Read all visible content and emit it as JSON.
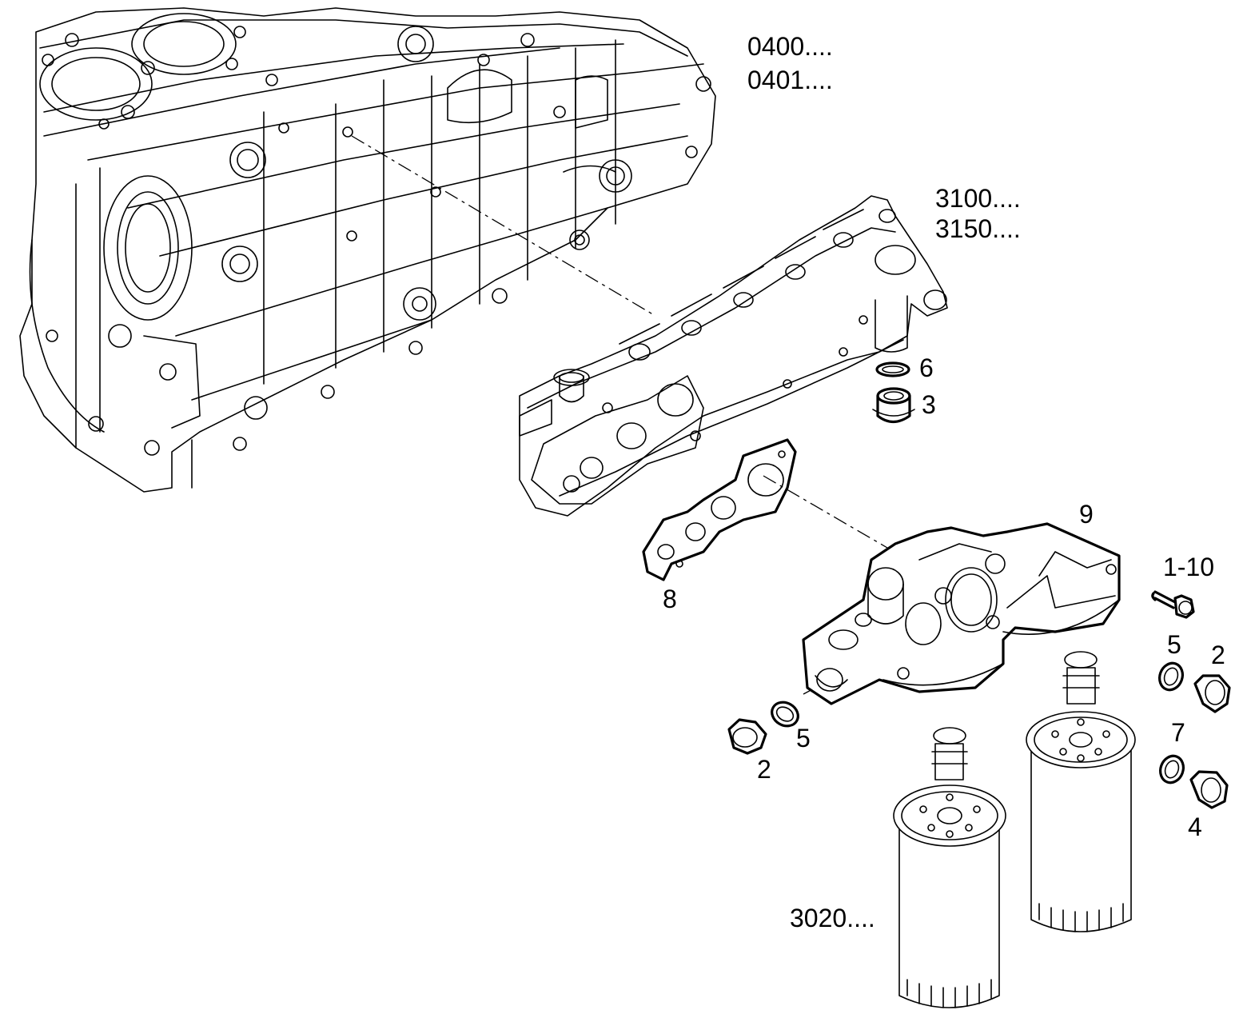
{
  "callouts": {
    "block_ref_1": "0400....",
    "block_ref_2": "0401....",
    "cooler_ref_1": "3100....",
    "cooler_ref_2": "3150....",
    "filter_ref": "3020....",
    "item_6": "6",
    "item_3": "3",
    "item_9": "9",
    "item_8": "8",
    "item_1_10": "1-10",
    "item_5_right": "5",
    "item_2_right": "2",
    "item_7": "7",
    "item_4": "4",
    "item_5_left": "5",
    "item_2_left": "2"
  },
  "colors": {
    "line": "#000000",
    "background": "#ffffff"
  }
}
